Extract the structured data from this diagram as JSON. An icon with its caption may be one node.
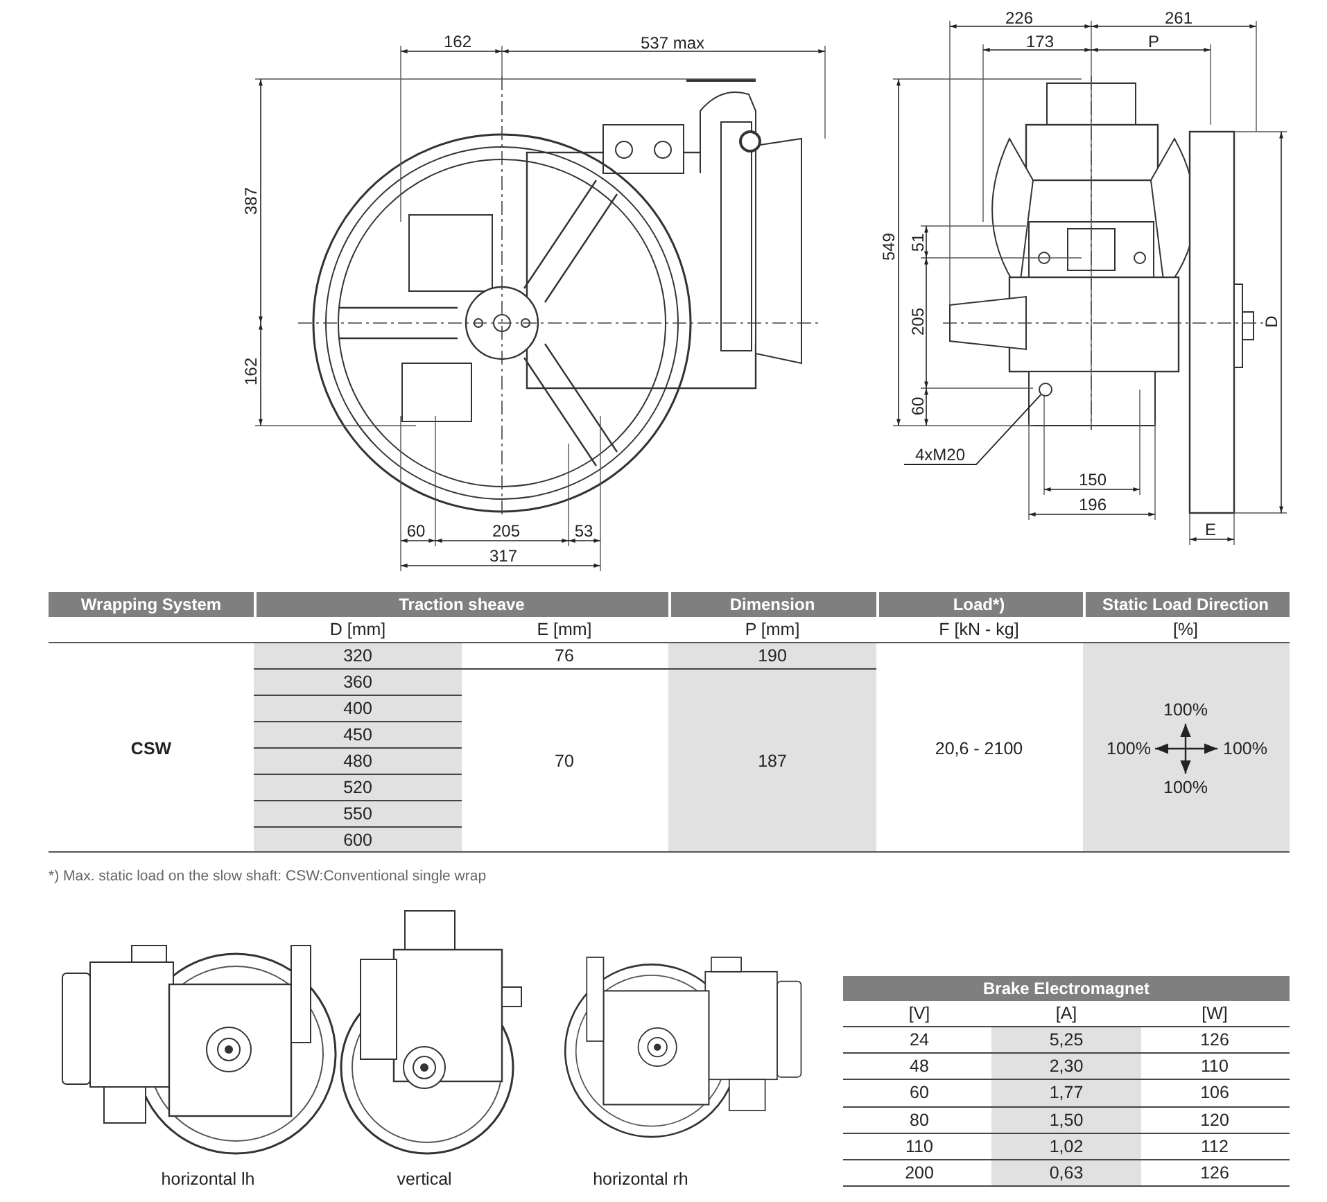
{
  "diagram": {
    "nodes": [
      {
        "text": [],
        "shape": "picture",
        "beside": [
          "horizontal lh"
        ]
      },
      {
        "text": [],
        "shape": "picture",
        "beside": [
          "vertical"
        ]
      },
      {
        "text": [],
        "shape": "picture",
        "beside": [
          "horizontal rh"
        ]
      },
      {
        "text": [
          "4xM20"
        ]
      },
      {
        "text": [],
        "shape": "circle"
      }
    ],
    "edges": [
      {
        "from": 3,
        "to": 4,
        "arrow": "none"
      }
    ],
    "labels": [
      "162",
      "537 max",
      "387",
      "162",
      "60",
      "205",
      "53",
      "317",
      "226",
      "261",
      "173",
      "P",
      "549",
      "51",
      "205",
      "60",
      "D",
      "150",
      "196",
      "E",
      "Wrapping System",
      "Traction sheave",
      "Dimension",
      "Load*)",
      "Static Load Direction",
      "D [mm]",
      "E [mm]",
      "P [mm]",
      "F [kN - kg]",
      "[%]",
      "CSW",
      "320",
      "76",
      "190",
      "360",
      "400",
      "100%",
      "450",
      "480",
      "70",
      "187",
      "20,6 - 2100",
      "100%",
      "100%",
      "520",
      "550",
      "100%",
      "600",
      "*) Max. static load on the slow shaft: CSW:Conventional single wrap",
      "Brake Electromagnet",
      "[V]",
      "[A]",
      "[W]",
      "24",
      "5,25",
      "126",
      "48",
      "2,30",
      "110",
      "60",
      "1,77",
      "106",
      "80",
      "1,50",
      "120",
      "110",
      "1,02",
      "112",
      "200",
      "0,63",
      "126"
    ]
  }
}
